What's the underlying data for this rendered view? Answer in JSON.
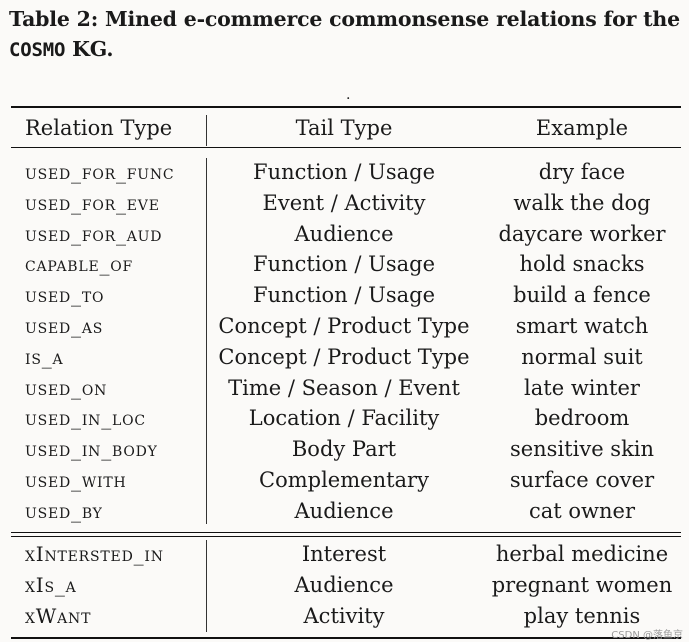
{
  "caption": {
    "prefix": "Table 2: Mined e-commerce commonsense relations for the",
    "kg_name": "COSMO",
    "suffix": " KG."
  },
  "stray_dot": ".",
  "header": {
    "col1": "Relation Type",
    "col2": "Tail Type",
    "col3": "Example"
  },
  "rows_group1": [
    {
      "relation": "used_for_func",
      "tail": "Function / Usage",
      "example": "dry face"
    },
    {
      "relation": "used_for_eve",
      "tail": "Event / Activity",
      "example": "walk the dog"
    },
    {
      "relation": "used_for_aud",
      "tail": "Audience",
      "example": "daycare worker"
    },
    {
      "relation": "capable_of",
      "tail": "Function / Usage",
      "example": "hold snacks"
    },
    {
      "relation": "used_to",
      "tail": "Function / Usage",
      "example": "build a fence"
    },
    {
      "relation": "used_as",
      "tail": "Concept / Product Type",
      "example": "smart watch"
    },
    {
      "relation": "is_a",
      "tail": "Concept / Product Type",
      "example": "normal suit"
    },
    {
      "relation": "used_on",
      "tail": "Time / Season / Event",
      "example": "late winter"
    },
    {
      "relation": "used_in_loc",
      "tail": "Location / Facility",
      "example": "bedroom"
    },
    {
      "relation": "used_in_body",
      "tail": "Body Part",
      "example": "sensitive skin"
    },
    {
      "relation": "used_with",
      "tail": "Complementary",
      "example": "surface cover"
    },
    {
      "relation": "used_by",
      "tail": "Audience",
      "example": "cat owner"
    }
  ],
  "rows_group2": [
    {
      "relation": "xIntersted_in",
      "tail": "Interest",
      "example": "herbal medicine"
    },
    {
      "relation": "xIs_a",
      "tail": "Audience",
      "example": "pregnant women"
    },
    {
      "relation": "xWant",
      "tail": "Activity",
      "example": "play tennis"
    }
  ],
  "watermark": "CSDN @落鱼京"
}
